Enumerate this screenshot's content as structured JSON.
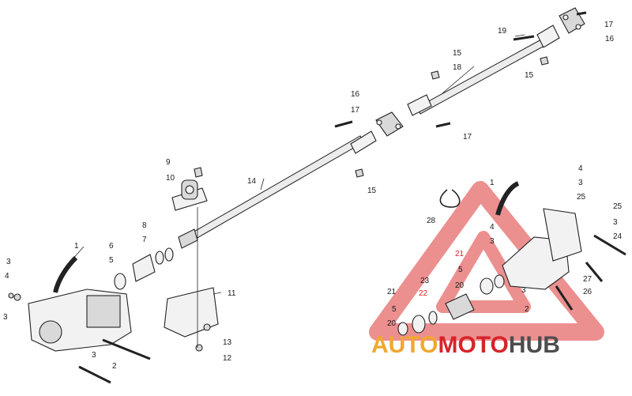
{
  "watermark": {
    "auto": "AUTO",
    "moto": "MOTO",
    "hub": "HUB",
    "color_auto": "#f0a830",
    "color_moto": "#d8232a",
    "color_hub": "#4d4d4d"
  },
  "labels": [
    {
      "id": "l17a",
      "text": "17"
    },
    {
      "id": "l19",
      "text": "19"
    },
    {
      "id": "l16a",
      "text": "16"
    },
    {
      "id": "l15a",
      "text": "15"
    },
    {
      "id": "l18",
      "text": "18"
    },
    {
      "id": "l15b",
      "text": "15"
    },
    {
      "id": "l16b",
      "text": "16"
    },
    {
      "id": "l17b",
      "text": "17"
    },
    {
      "id": "l17c",
      "text": "17"
    },
    {
      "id": "l9",
      "text": "9"
    },
    {
      "id": "l10",
      "text": "10"
    },
    {
      "id": "l14",
      "text": "14"
    },
    {
      "id": "l15c",
      "text": "15"
    },
    {
      "id": "l8",
      "text": "8"
    },
    {
      "id": "l7",
      "text": "7"
    },
    {
      "id": "l6",
      "text": "6"
    },
    {
      "id": "l5a",
      "text": "5"
    },
    {
      "id": "l1a",
      "text": "1"
    },
    {
      "id": "l3a",
      "text": "3"
    },
    {
      "id": "l4a",
      "text": "4"
    },
    {
      "id": "l3b",
      "text": "3"
    },
    {
      "id": "l3c",
      "text": "3"
    },
    {
      "id": "l2a",
      "text": "2"
    },
    {
      "id": "l11",
      "text": "11"
    },
    {
      "id": "l13",
      "text": "13"
    },
    {
      "id": "l12",
      "text": "12"
    },
    {
      "id": "l28",
      "text": "28"
    },
    {
      "id": "l1b",
      "text": "1"
    },
    {
      "id": "l4b",
      "text": "4"
    },
    {
      "id": "l3d",
      "text": "3"
    },
    {
      "id": "l25a",
      "text": "25"
    },
    {
      "id": "l25b",
      "text": "25"
    },
    {
      "id": "l3e",
      "text": "3"
    },
    {
      "id": "l24",
      "text": "24"
    },
    {
      "id": "l4c",
      "text": "4"
    },
    {
      "id": "l3f",
      "text": "3"
    },
    {
      "id": "l21a",
      "text": "21"
    },
    {
      "id": "l5b",
      "text": "5"
    },
    {
      "id": "l27",
      "text": "27"
    },
    {
      "id": "l26",
      "text": "26"
    },
    {
      "id": "l23",
      "text": "23"
    },
    {
      "id": "l20a",
      "text": "20"
    },
    {
      "id": "l3g",
      "text": "3"
    },
    {
      "id": "l22",
      "text": "22"
    },
    {
      "id": "l21b",
      "text": "21"
    },
    {
      "id": "l2b",
      "text": "2"
    },
    {
      "id": "l5c",
      "text": "5"
    },
    {
      "id": "l20b",
      "text": "20"
    }
  ]
}
